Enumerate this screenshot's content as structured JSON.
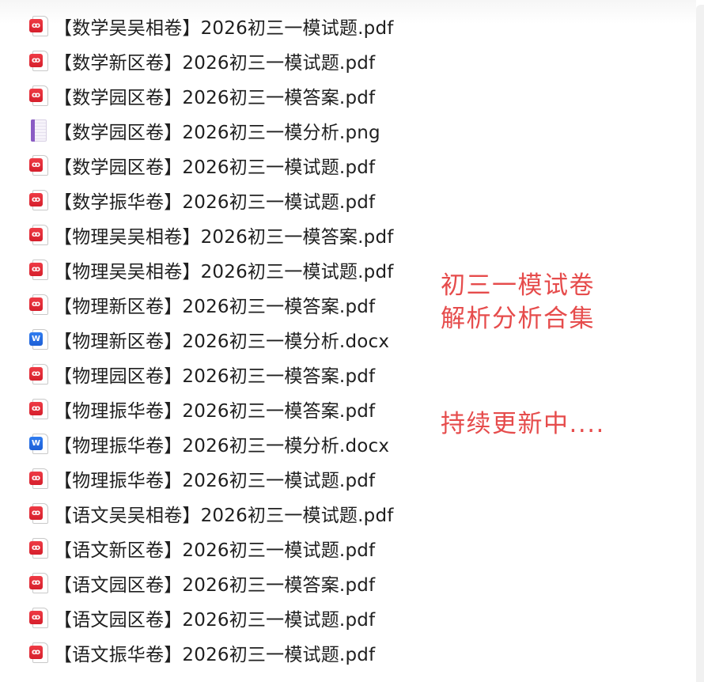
{
  "files": [
    {
      "type": "pdf",
      "name": "【数学吴吴相卷】2026初三一模试题.pdf"
    },
    {
      "type": "pdf",
      "name": "【数学新区卷】2026初三一模试题.pdf"
    },
    {
      "type": "pdf",
      "name": "【数学园区卷】2026初三一模答案.pdf"
    },
    {
      "type": "png",
      "name": "【数学园区卷】2026初三一模分析.png"
    },
    {
      "type": "pdf",
      "name": "【数学园区卷】2026初三一模试题.pdf"
    },
    {
      "type": "pdf",
      "name": "【数学振华卷】2026初三一模试题.pdf"
    },
    {
      "type": "pdf",
      "name": "【物理吴吴相卷】2026初三一模答案.pdf"
    },
    {
      "type": "pdf",
      "name": "【物理吴吴相卷】2026初三一模试题.pdf"
    },
    {
      "type": "pdf",
      "name": "【物理新区卷】2026初三一模答案.pdf"
    },
    {
      "type": "docx",
      "name": "【物理新区卷】2026初三一模分析.docx"
    },
    {
      "type": "pdf",
      "name": "【物理园区卷】2026初三一模答案.pdf"
    },
    {
      "type": "pdf",
      "name": "【物理振华卷】2026初三一模答案.pdf"
    },
    {
      "type": "docx",
      "name": "【物理振华卷】2026初三一模分析.docx"
    },
    {
      "type": "pdf",
      "name": "【物理振华卷】2026初三一模试题.pdf"
    },
    {
      "type": "pdf",
      "name": "【语文吴吴相卷】2026初三一模试题.pdf"
    },
    {
      "type": "pdf",
      "name": "【语文新区卷】2026初三一模试题.pdf"
    },
    {
      "type": "pdf",
      "name": "【语文园区卷】2026初三一模答案.pdf"
    },
    {
      "type": "pdf",
      "name": "【语文园区卷】2026初三一模试题.pdf"
    },
    {
      "type": "pdf",
      "name": "【语文振华卷】2026初三一模试题.pdf"
    }
  ],
  "icons": {
    "pdf": {
      "glyph": "ꝏ",
      "name": "pdf-file-icon",
      "color": "#e02a36"
    },
    "docx": {
      "glyph": "W",
      "name": "word-file-icon",
      "color": "#2569e3"
    },
    "png": {
      "glyph": "",
      "name": "image-file-icon",
      "color": "#8b5cc4"
    }
  },
  "promo": {
    "line1": "初三一模试卷",
    "line2": "解析分析合集",
    "line3": "持续更新中....",
    "color": "#e64c4c"
  }
}
